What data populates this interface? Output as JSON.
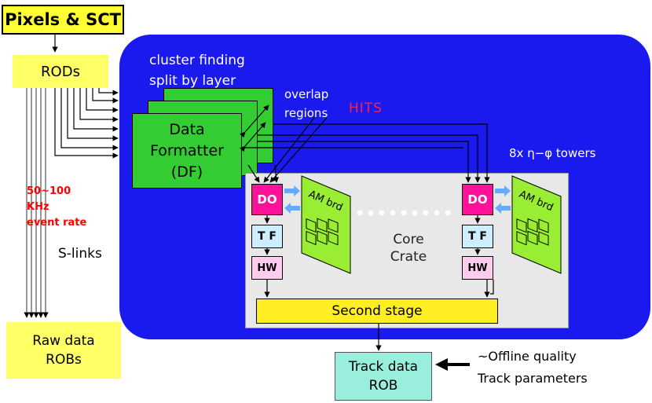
{
  "top_box": {
    "label": "Pixels & SCT",
    "fill": "#ffff33"
  },
  "rods_box": {
    "label": "RODs",
    "fill": "#ffff66"
  },
  "rate_label": {
    "line1": "50~100",
    "line2": "KHz",
    "line3": "event rate",
    "color": "#ff0000"
  },
  "slinks_label": "S-links",
  "raw_box": {
    "line1": "Raw data",
    "line2": "ROBs",
    "fill": "#ffff66"
  },
  "main_panel": {
    "fill": "#1a1aee"
  },
  "cluster_label": {
    "line1": "cluster finding",
    "line2": "split by layer"
  },
  "overlap_label": {
    "line1": "overlap",
    "line2": "regions"
  },
  "hits_label": {
    "text": "HITS",
    "color": "#ff2244"
  },
  "df_box": {
    "line1": "Data",
    "line2": "Formatter",
    "line3": "(DF)",
    "fill": "#33cc33"
  },
  "towers_label": "8x η−φ towers",
  "core_crate": {
    "line1": "Core",
    "line2": "Crate",
    "fill": "#e8e8e8"
  },
  "do_box": {
    "label": "DO",
    "fill": "#ff1199"
  },
  "tf_box": {
    "label": "T F",
    "fill": "#cceeff"
  },
  "hw_box": {
    "label": "HW",
    "fill": "#ffccee"
  },
  "am_board": {
    "label": "AM brd",
    "fill": "#99ee33"
  },
  "second_stage": {
    "label": "Second stage",
    "fill": "#ffee22"
  },
  "track_rob": {
    "line1": "Track data",
    "line2": "ROB",
    "fill": "#99eedd"
  },
  "offline_label": {
    "line1": "~Offline quality",
    "line2": "Track parameters"
  }
}
